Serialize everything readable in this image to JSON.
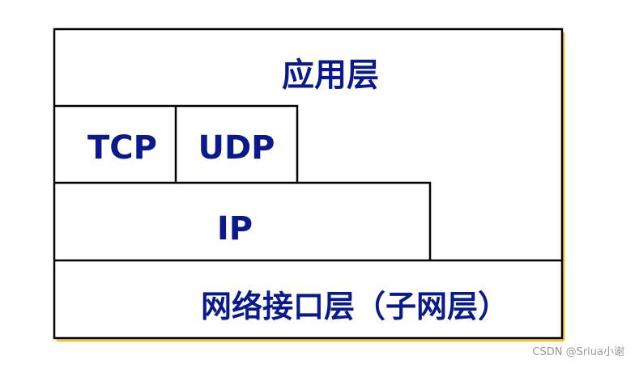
{
  "diagram": {
    "layers": {
      "application": "应用层",
      "tcp": "TCP",
      "udp": "UDP",
      "ip": "IP",
      "network_interface": "网络接口层（子网层）"
    },
    "colors": {
      "text": "#0a1a8c",
      "stroke": "#000000",
      "shadow": "#f2c22a",
      "background": "#ffffff"
    }
  },
  "watermark": "CSDN @Srlua小谢"
}
